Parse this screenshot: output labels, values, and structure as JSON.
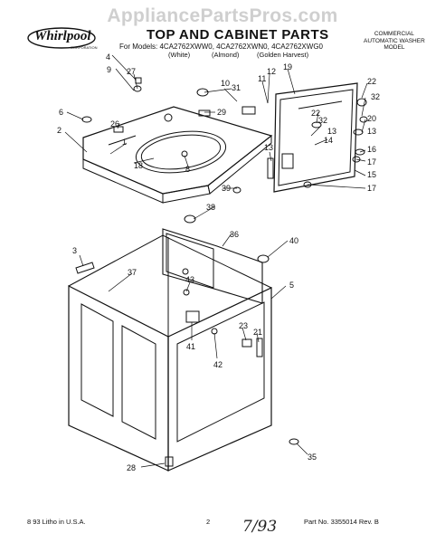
{
  "watermark": "AppliancePartsPros.com",
  "logo": {
    "brand": "Whirlpool",
    "sub": "CORPORATION"
  },
  "header": {
    "title": "TOP AND CABINET PARTS",
    "models_line": "For Models: 4CA2762XWW0, 4CA2762XWN0, 4CA2762XWG0",
    "colors": [
      "(White)",
      "(Almond)",
      "(Golden Harvest)"
    ],
    "commercial": [
      "COMMERCIAL",
      "AUTOMATIC WASHER",
      "MODEL"
    ]
  },
  "callouts": [
    "4",
    "9",
    "27",
    "6",
    "26",
    "2",
    "1",
    "18",
    "8",
    "10",
    "31",
    "29",
    "11",
    "12",
    "19",
    "22",
    "32",
    "20",
    "13",
    "16",
    "17",
    "15",
    "14",
    "39",
    "38",
    "36",
    "40",
    "3",
    "37",
    "43",
    "5",
    "41",
    "42",
    "23",
    "21",
    "35",
    "28"
  ],
  "footer": {
    "left": "8 93  Litho in U.S.A.",
    "center": "2",
    "right": "Part No. 3355014   Rev. B",
    "handwritten": "7/93"
  }
}
